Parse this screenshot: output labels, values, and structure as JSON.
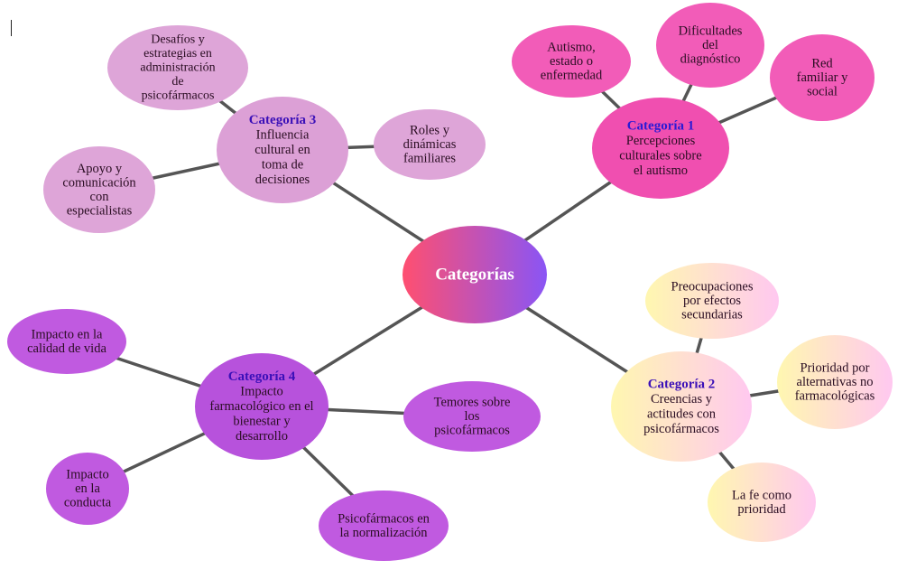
{
  "colors": {
    "line": "#555555",
    "cat1": "#f04fb0",
    "cat1_light": "#f25cb8",
    "cat2_a": "#fff7b0",
    "cat2_b": "#ffc8f0",
    "cat3": "#dca0d6",
    "cat3_light": "#dea5d8",
    "cat4": "#b752dc",
    "cat4_light": "#c05ae0",
    "center_a": "#ff4f70",
    "center_b": "#8a55f5",
    "heading_blue": "#2b1bd4",
    "heading_purple": "#3b10b8",
    "text_dark": "#2a0d22"
  },
  "center": {
    "label": "Categorías"
  },
  "categories": [
    {
      "id": "cat1",
      "title": "Categoría 1",
      "label": [
        "Percepciones",
        "culturales sobre",
        "el autismo"
      ],
      "subs": [
        {
          "label": [
            "Autismo,",
            "estado o",
            "enfermedad"
          ]
        },
        {
          "label": [
            "Dificultades",
            "del",
            "diagnóstico"
          ]
        },
        {
          "label": [
            "Red",
            "familiar y",
            "social"
          ]
        }
      ]
    },
    {
      "id": "cat2",
      "title": "Categoría 2",
      "label": [
        "Creencias y",
        "actitudes con",
        "psicofármacos"
      ],
      "subs": [
        {
          "label": [
            "Preocupaciones",
            "por efectos",
            "secundarias"
          ]
        },
        {
          "label": [
            "Prioridad por",
            "alternativas no",
            "farmacológicas"
          ]
        },
        {
          "label": [
            "La fe como",
            "prioridad"
          ]
        }
      ]
    },
    {
      "id": "cat3",
      "title": "Categoría 3",
      "label": [
        "Influencia",
        "cultural en",
        "toma de",
        "decisiones"
      ],
      "subs": [
        {
          "label": [
            "Desafíos y",
            "estrategias en",
            "administración",
            "de",
            "psicofármacos"
          ]
        },
        {
          "label": [
            "Roles y",
            "dinámicas",
            "familiares"
          ]
        },
        {
          "label": [
            "Apoyo y",
            "comunicación",
            "con",
            "especialistas"
          ]
        }
      ]
    },
    {
      "id": "cat4",
      "title": "Categoría 4",
      "label": [
        "Impacto",
        "farmacológico en el",
        "bienestar y",
        "desarrollo"
      ],
      "subs": [
        {
          "label": [
            "Impacto en la",
            "calidad de vida"
          ]
        },
        {
          "label": [
            "Temores sobre",
            "los",
            "psicofármacos"
          ]
        },
        {
          "label": [
            "Impacto",
            "en la",
            "conducta"
          ]
        },
        {
          "label": [
            "Psicofármacos en",
            "la normalización"
          ]
        }
      ]
    }
  ]
}
